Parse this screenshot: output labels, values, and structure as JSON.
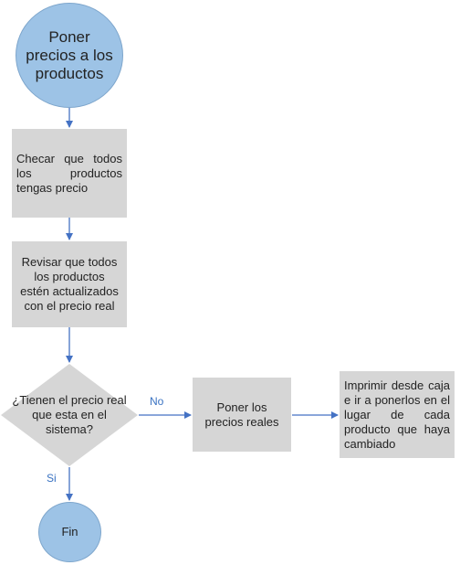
{
  "nodes": {
    "start": "Poner\nprecios a los\nproductos",
    "check": "Checar que todos los productos tengas precio",
    "review": "Revisar que todos\nlos productos\nestén actualizados\ncon el precio real",
    "decision": "¿Tienen el precio real\nque esta en el\nsistema?",
    "set_prices": "Poner los\nprecios reales",
    "print": "Imprimir desde caja e ir a ponerlos en el lugar de cada producto que haya cambiado",
    "end": "Fin"
  },
  "edges": {
    "no_label": "No",
    "yes_label": "Si"
  },
  "colors": {
    "circle_fill": "#9dc3e6",
    "box_fill": "#d6d6d6",
    "arrow": "#4472c4"
  }
}
